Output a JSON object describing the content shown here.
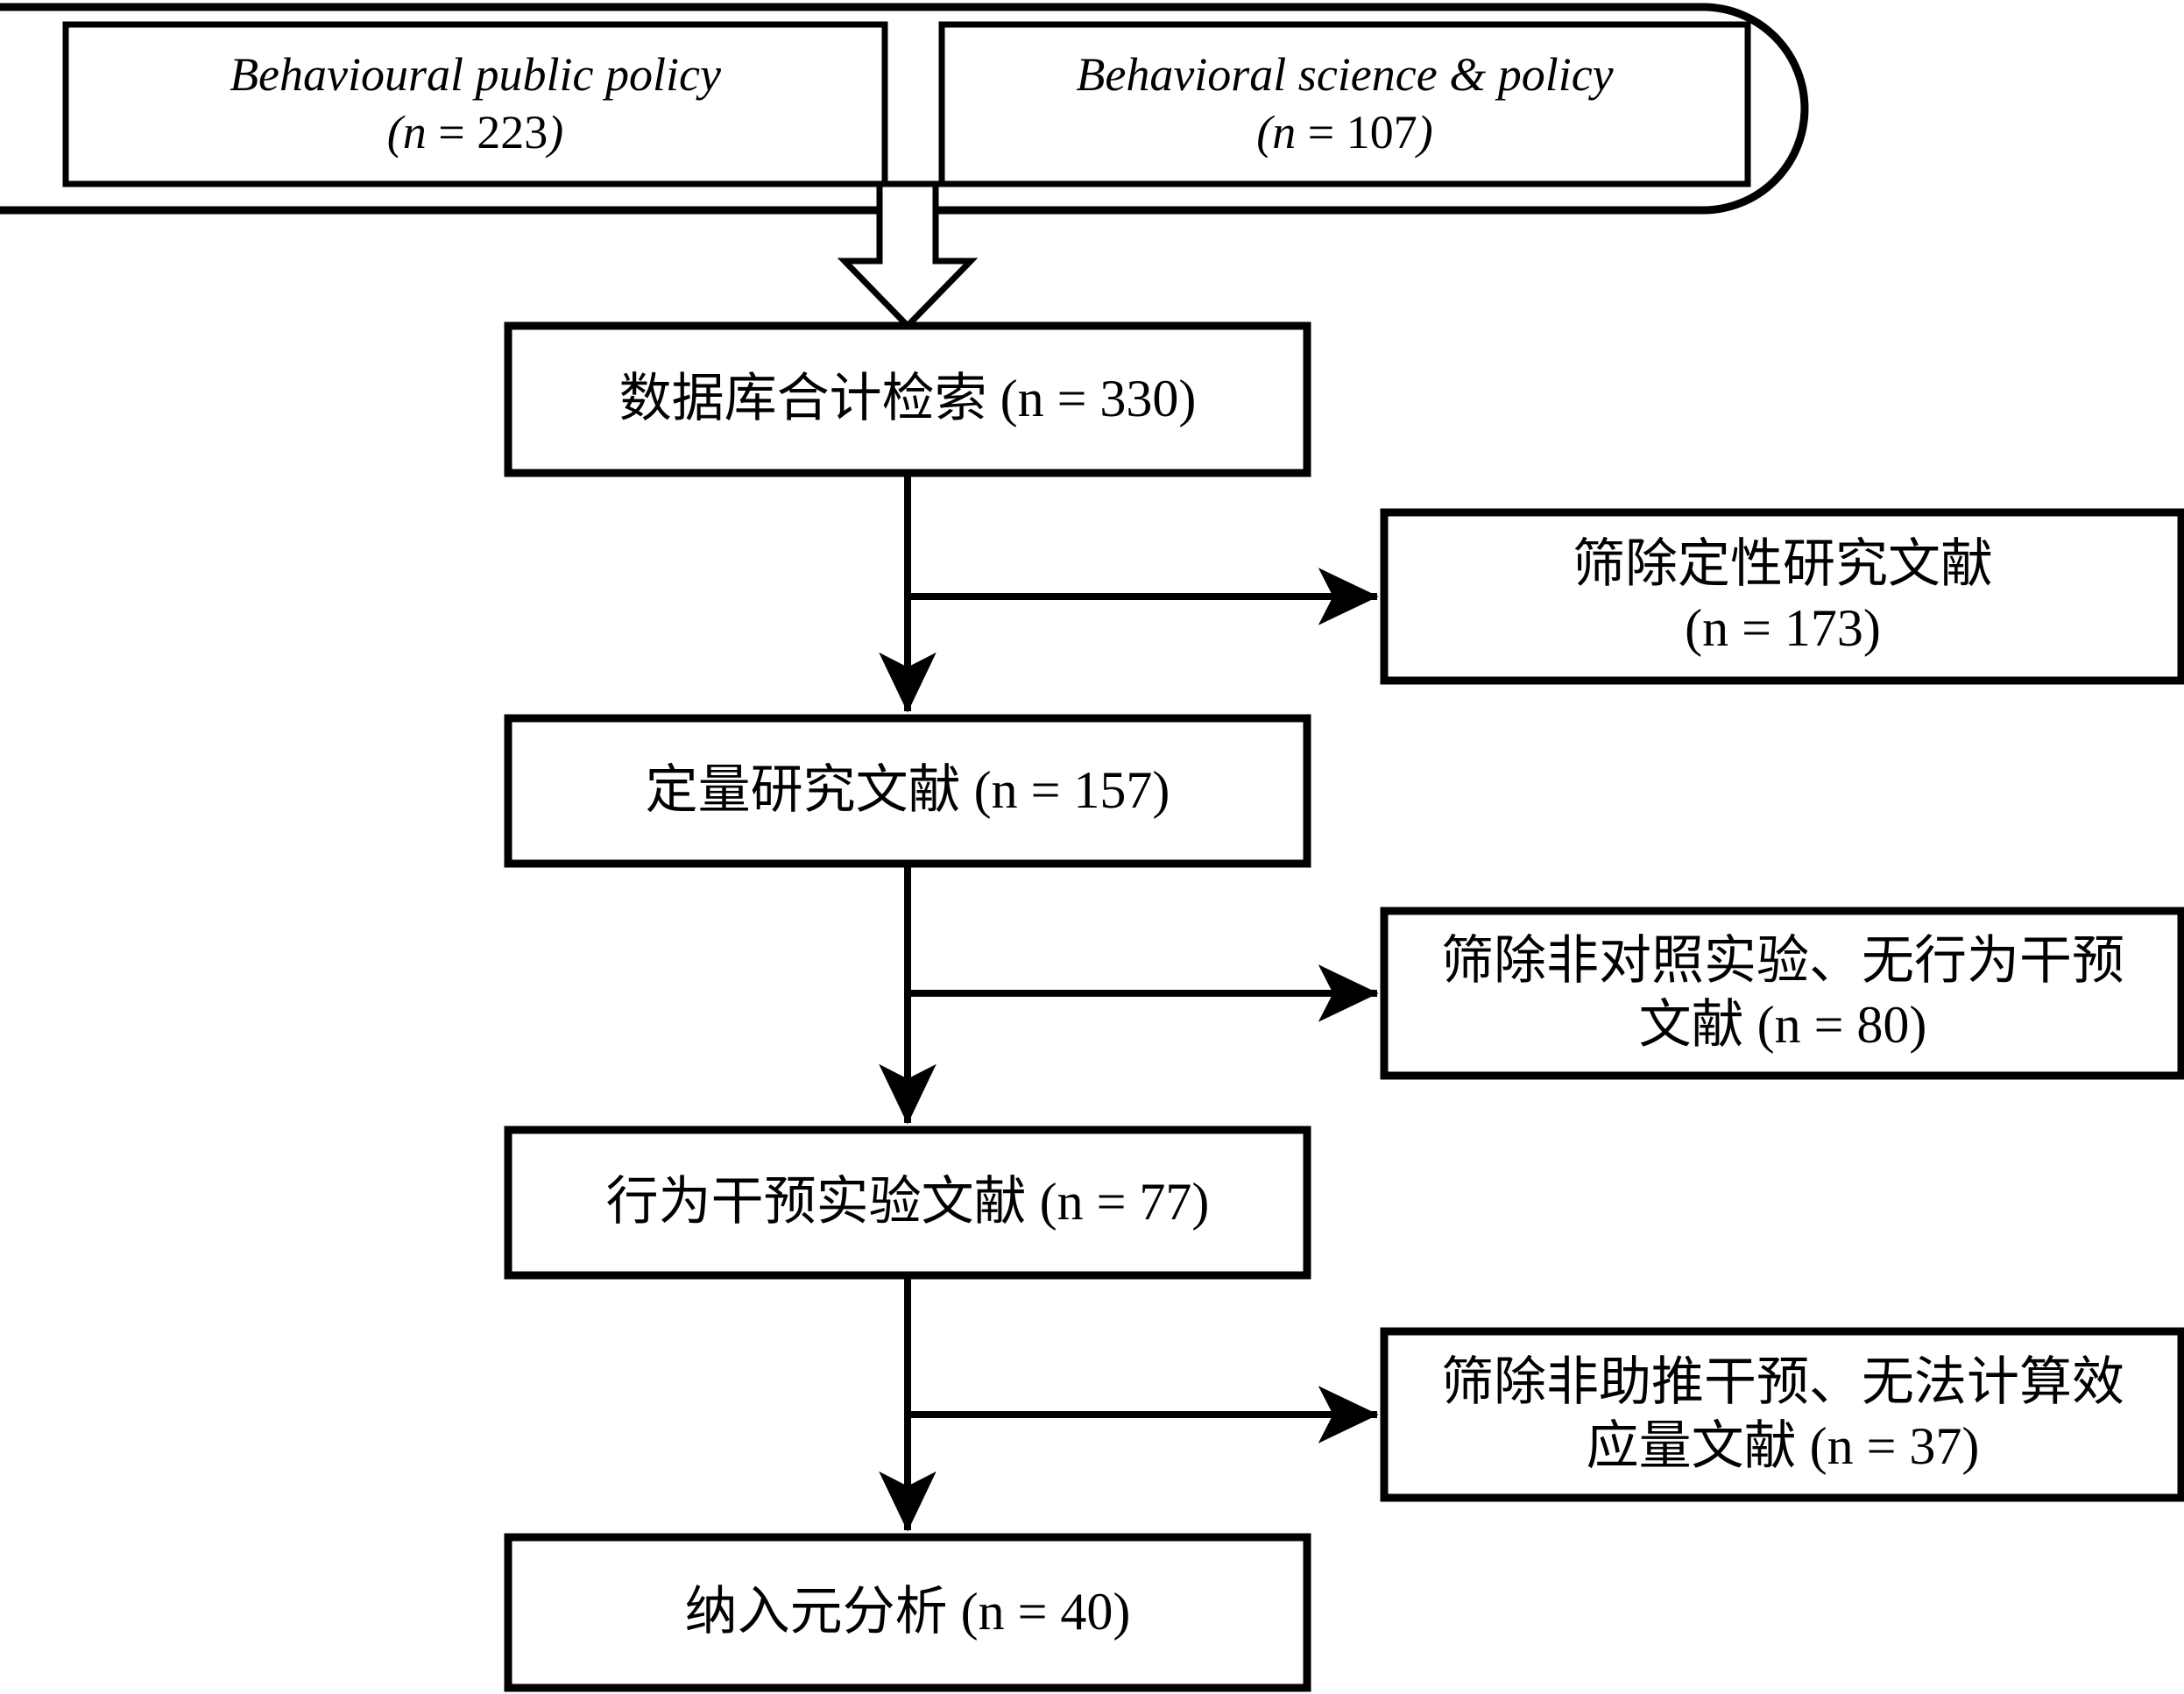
{
  "diagram": {
    "type": "prisma-flowchart",
    "title": "",
    "colors": {
      "stroke": "#000000",
      "fill": "#ffffff",
      "text": "#000000"
    },
    "sources": {
      "container_shape": "stadium",
      "items": [
        {
          "label": "Behavioural public policy",
          "n_label": "(n = 223)",
          "n": 223
        },
        {
          "label": "Behavioral science & policy",
          "n_label": "(n = 107)",
          "n": 107
        }
      ]
    },
    "main_steps": [
      {
        "line1": "数据库合计检索 (n = 330)",
        "text": "数据库合计检索",
        "n_label": "(n = 330)",
        "n": 330
      },
      {
        "line1": "定量研究文献 (n = 157)",
        "text": "定量研究文献",
        "n_label": "(n = 157)",
        "n": 157
      },
      {
        "line1": "行为干预实验文献 (n = 77)",
        "text": "行为干预实验文献",
        "n_label": "(n = 77)",
        "n": 77
      },
      {
        "line1": "纳入元分析 (n = 40)",
        "text": "纳入元分析",
        "n_label": "(n = 40)",
        "n": 40
      }
    ],
    "exclusions": [
      {
        "line1": "筛除定性研究文献",
        "line2": "(n = 173)",
        "n": 173
      },
      {
        "line1": "筛除非对照实验、无行为干预",
        "line2": "文献 (n = 80)",
        "n": 80
      },
      {
        "line1": "筛除非助推干预、无法计算效",
        "line2": "应量文献 (n = 37)",
        "n": 37
      }
    ],
    "connectors": [
      {
        "name": "block-arrow-sources-to-search",
        "style": "hollow-block-arrow",
        "from": "sources",
        "to": "main_steps.0"
      },
      {
        "name": "arrow-search-to-quantitative",
        "style": "line-arrow",
        "from": "main_steps.0",
        "to": "main_steps.1"
      },
      {
        "name": "arrow-search-to-exclusion-1",
        "style": "line-arrow",
        "from": "main_steps.0",
        "to": "exclusions.0"
      },
      {
        "name": "arrow-quantitative-to-experiment",
        "style": "line-arrow",
        "from": "main_steps.1",
        "to": "main_steps.2"
      },
      {
        "name": "arrow-quantitative-to-exclusion-2",
        "style": "line-arrow",
        "from": "main_steps.1",
        "to": "exclusions.1"
      },
      {
        "name": "arrow-experiment-to-meta",
        "style": "line-arrow",
        "from": "main_steps.2",
        "to": "main_steps.3"
      },
      {
        "name": "arrow-experiment-to-exclusion-3",
        "style": "line-arrow",
        "from": "main_steps.2",
        "to": "exclusions.2"
      }
    ]
  }
}
